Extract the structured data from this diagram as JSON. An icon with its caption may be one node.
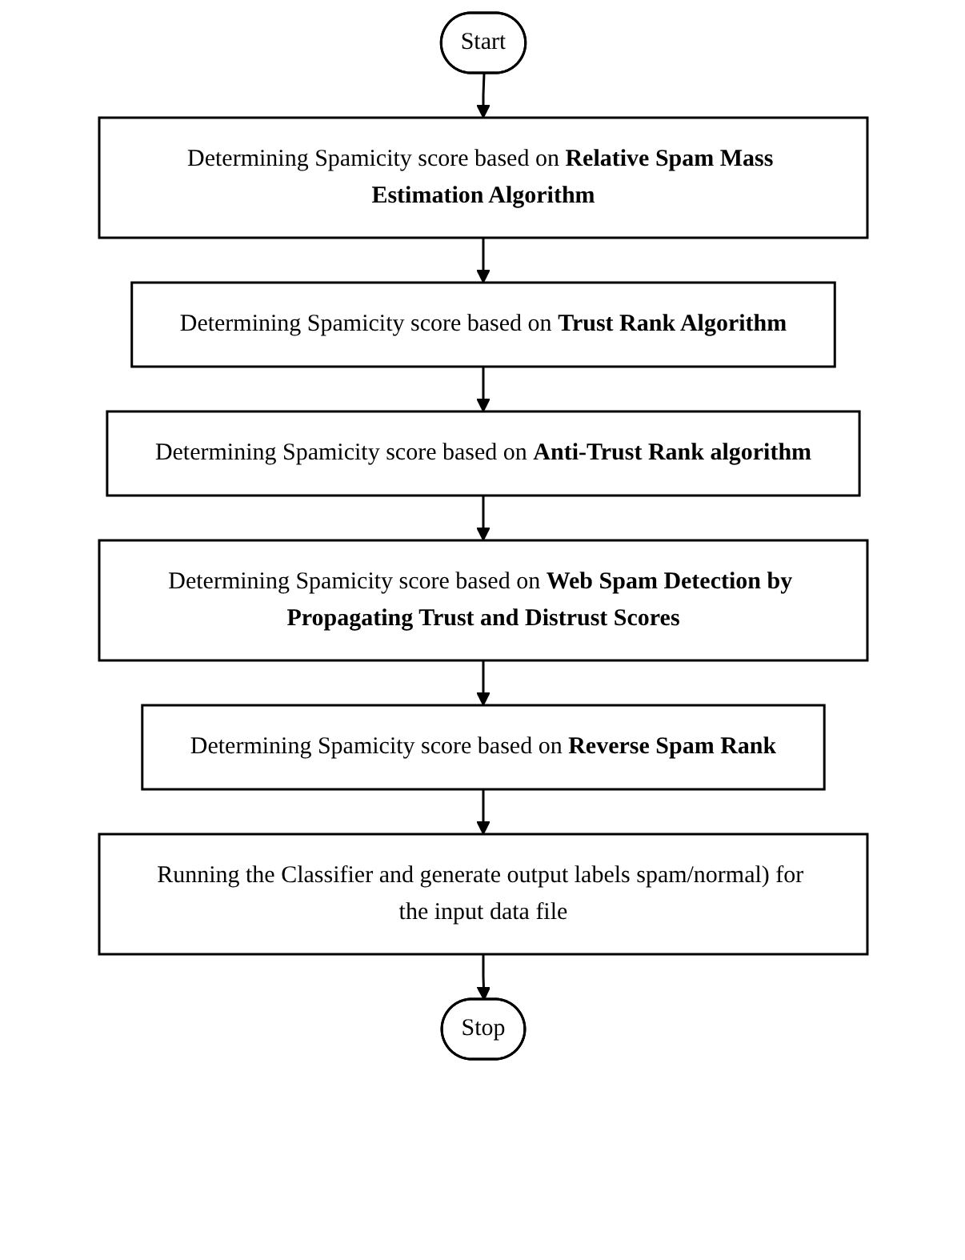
{
  "diagram": {
    "nodes": [
      {
        "text": [
          "Start"
        ]
      },
      {
        "text": [
          "Determining Spamicity score based on **Relative Spam Mass Estimation Algorithm**"
        ]
      },
      {
        "text": [
          "Determining Spamicity score based on **Trust Rank Algorithm**"
        ]
      },
      {
        "text": [
          "Determining Spamicity score based on **Anti-Trust Rank algorithm**"
        ]
      },
      {
        "text": [
          "Determining Spamicity score based on **Web Spam Detection by Propagating Trust and Distrust Scores**"
        ]
      },
      {
        "text": [
          "Determining Spamicity score based on **Reverse Spam Rank**"
        ]
      },
      {
        "text": [
          "Running the Classifier and generate output labels spam/normal) for the input data file"
        ]
      },
      {
        "text": [
          "Stop"
        ]
      }
    ],
    "edges": [
      {
        "from": 0,
        "to": 1,
        "arrow": "to"
      },
      {
        "from": 1,
        "to": 2,
        "arrow": "to"
      },
      {
        "from": 2,
        "to": 3,
        "arrow": "to"
      },
      {
        "from": 3,
        "to": 4,
        "arrow": "to"
      },
      {
        "from": 4,
        "to": 5,
        "arrow": "to"
      },
      {
        "from": 5,
        "to": 6,
        "arrow": "to"
      },
      {
        "from": 6,
        "to": 7,
        "arrow": "to"
      }
    ]
  }
}
